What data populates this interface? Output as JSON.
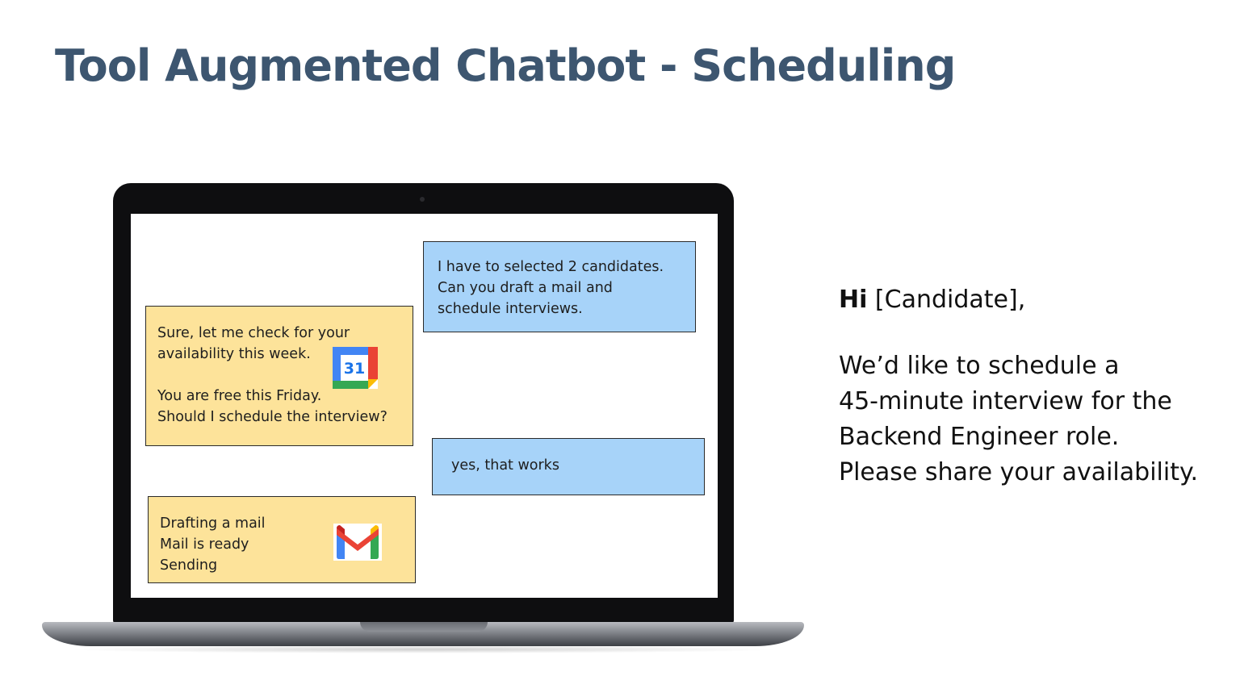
{
  "slide": {
    "title": "Tool Augmented Chatbot - Scheduling"
  },
  "chat": {
    "messages": [
      {
        "role": "user",
        "lines": [
          "I have to selected 2 candidates.",
          "Can you draft a mail and",
          "schedule interviews."
        ]
      },
      {
        "role": "bot",
        "lines": [
          "Sure, let me check for your",
          "availability this week.",
          "You are free this Friday.",
          "Should I schedule the interview?"
        ],
        "icon": "google-calendar-icon",
        "icon_text": "31"
      },
      {
        "role": "user",
        "lines": [
          "yes, that works"
        ]
      },
      {
        "role": "bot",
        "lines": [
          "Drafting a mail",
          "Mail is ready",
          "Sending"
        ],
        "icon": "gmail-icon"
      }
    ],
    "colors": {
      "user_bubble": "#a7d3f9",
      "bot_bubble": "#fde39a"
    }
  },
  "email": {
    "greeting_hi": "Hi",
    "greeting_rest": " [Candidate],",
    "body_lines": [
      "We’d like to schedule a",
      "45-minute interview for the",
      "Backend Engineer role.",
      "Please share your availability."
    ]
  },
  "colors": {
    "title": "#3d5670",
    "laptop_bezel": "#0e0e10"
  }
}
